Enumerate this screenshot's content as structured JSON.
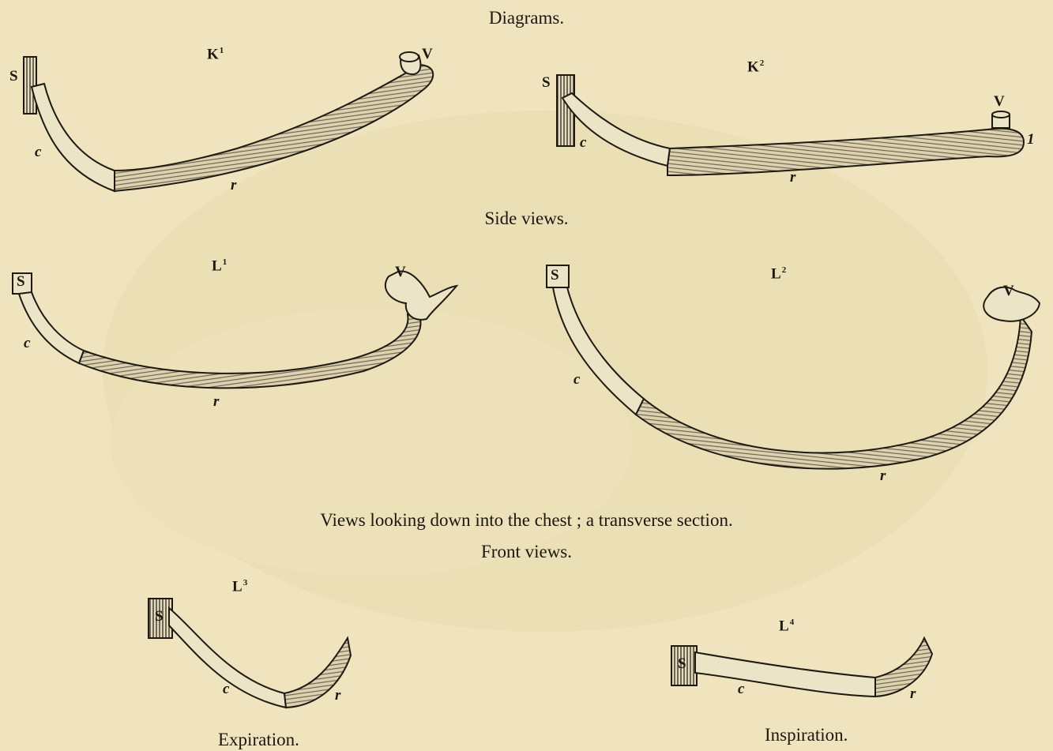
{
  "captions": {
    "diagrams": "Diagrams.",
    "side_views": "Side views.",
    "views_down": "Views looking down into the chest ;  a transverse section.",
    "front_views": "Front views.",
    "expiration": "Expiration.",
    "inspiration": "Inspiration."
  },
  "figures": {
    "k1": {
      "letter": "K",
      "num": "1",
      "s": "S",
      "v": "V",
      "c": "c",
      "r": "r"
    },
    "k2": {
      "letter": "K",
      "num": "2",
      "s": "S",
      "v": "V",
      "c": "c",
      "r": "r",
      "one": "1"
    },
    "l1": {
      "letter": "L",
      "num": "1",
      "s": "S",
      "v": "V",
      "c": "c",
      "r": "r"
    },
    "l2": {
      "letter": "L",
      "num": "2",
      "s": "S",
      "v": "V",
      "c": "c",
      "r": "r"
    },
    "l3": {
      "letter": "L",
      "num": "3",
      "s": "S",
      "c": "c",
      "r": "r"
    },
    "l4": {
      "letter": "L",
      "num": "4",
      "s": "S",
      "c": "c",
      "r": "r"
    }
  },
  "colors": {
    "paper": "#efe4bd",
    "ink": "#1c1811",
    "bone_fill": "#ece4c6",
    "rib_shade": "#b5ab8c"
  }
}
